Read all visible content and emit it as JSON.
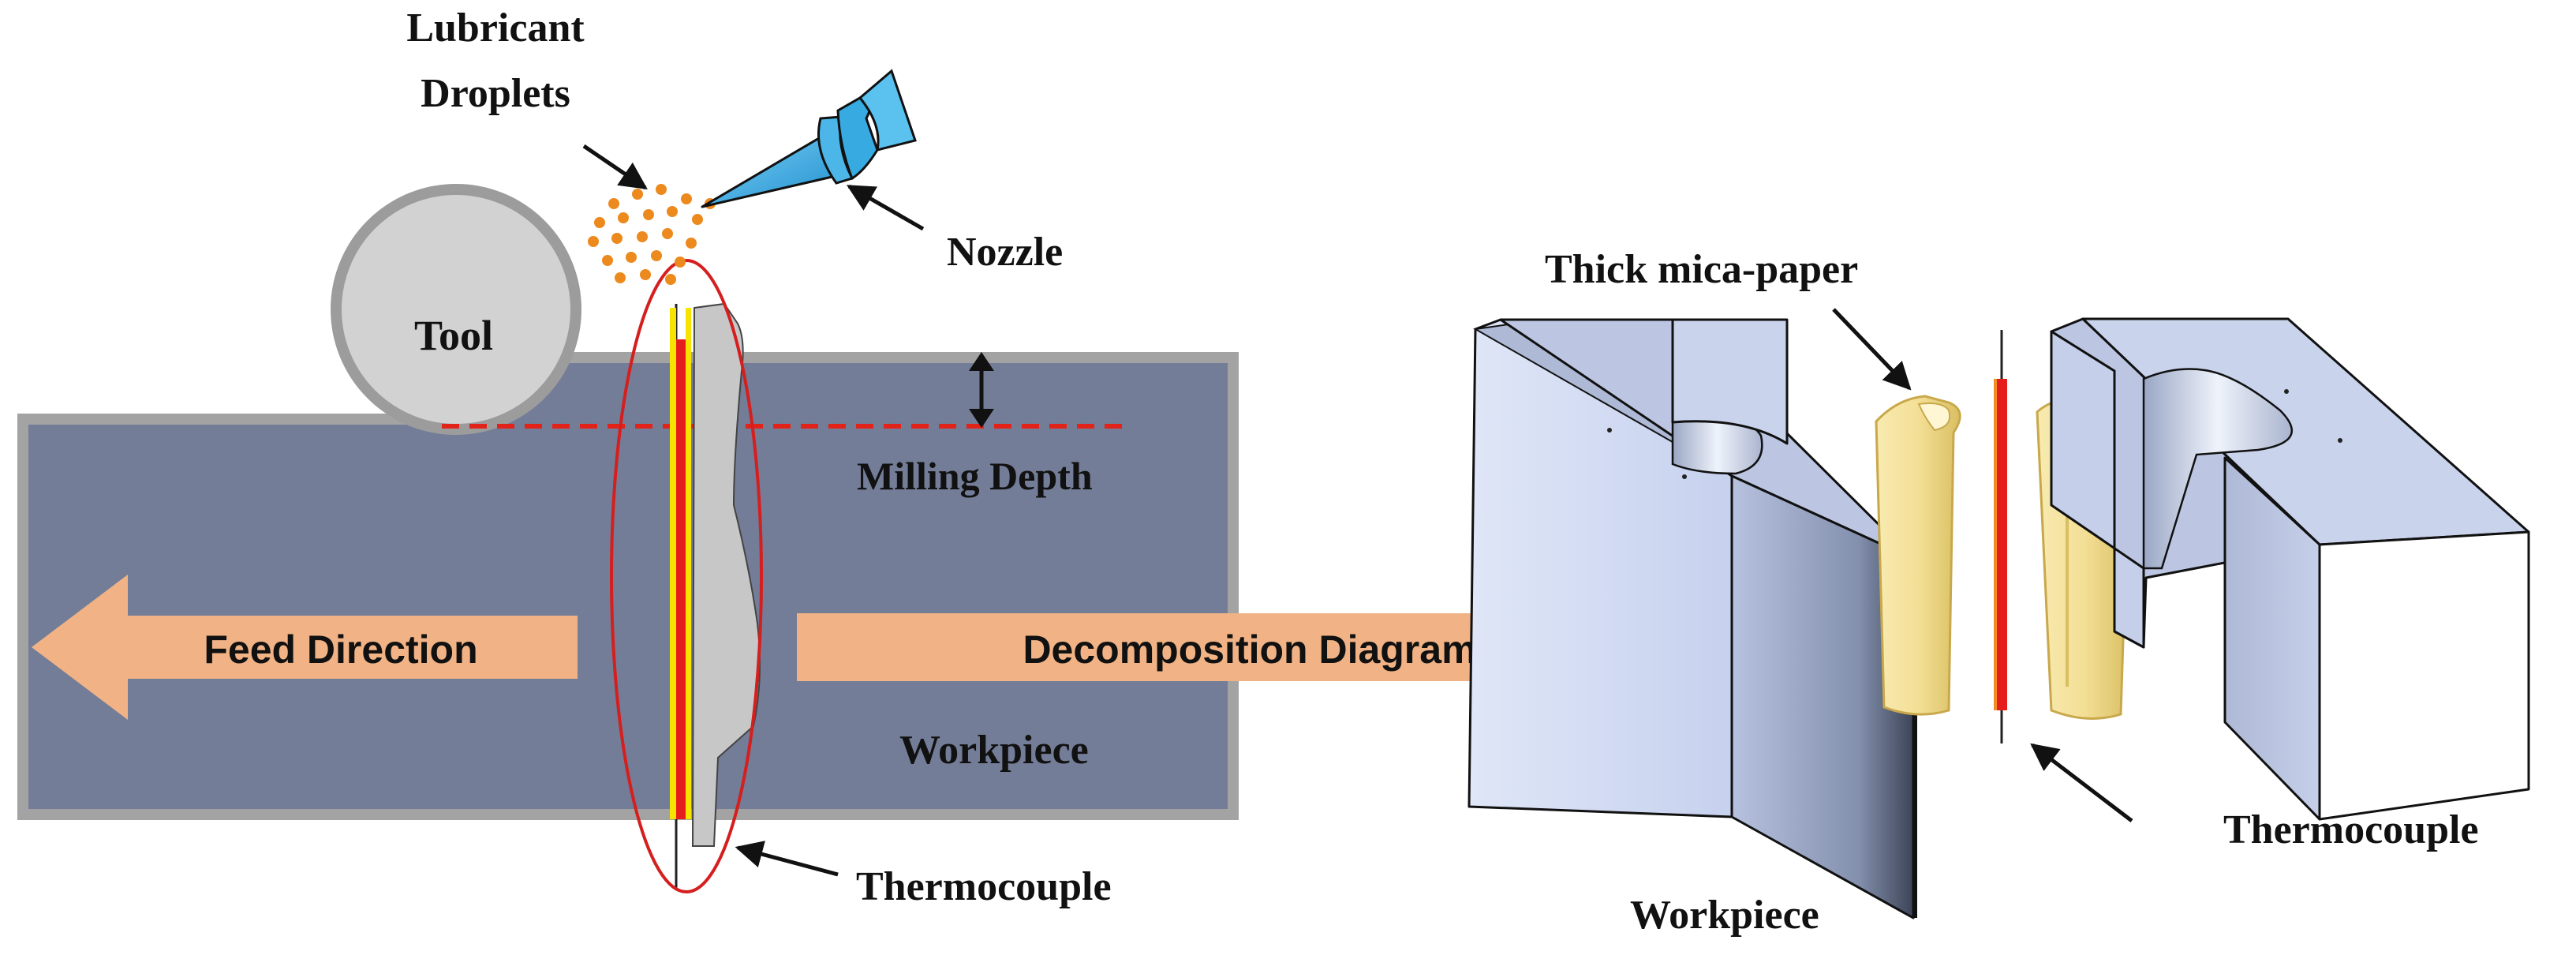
{
  "labels": {
    "lubricant_line1": "Lubricant",
    "lubricant_line2": "Droplets",
    "nozzle": "Nozzle",
    "tool": "Tool",
    "milling_depth": "Milling Depth",
    "feed_direction": "Feed Direction",
    "decomposition_diagram": "Decomposition Diagram",
    "workpiece_left": "Workpiece",
    "thermocouple_left": "Thermocouple",
    "thick_mica_paper": "Thick mica-paper",
    "thermocouple_right": "Thermocouple",
    "workpiece_right": "Workpiece"
  },
  "colors": {
    "workpiece_fill": "#737d97",
    "workpiece_border": "#a3a3a3",
    "tool_fill": "#d2d2d2",
    "tool_border": "#9c9c9c",
    "arrow_fill": "#f1b385",
    "depth_line": "#e2231a",
    "highlight_ellipse": "#d51f1f",
    "droplets": "#ec8a1d",
    "nozzle": "#2ea3dd",
    "thermocouple_red": "#e51d1d",
    "thermocouple_yellow": "#f6e400",
    "mica_paper": "#f3df96",
    "block_fill": "#c9d3ec"
  },
  "icons": [
    "nozzle-icon",
    "tool-icon",
    "lubricant-droplets-icon",
    "thermocouple-icon",
    "mica-paper-icon",
    "workpiece-block-icon"
  ]
}
